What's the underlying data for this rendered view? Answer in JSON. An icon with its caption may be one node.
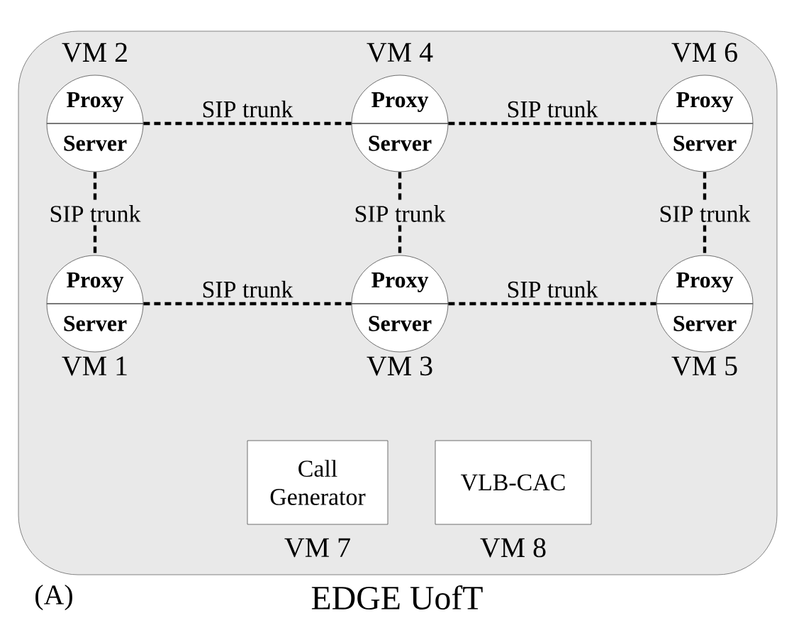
{
  "diagram": {
    "nodes": [
      {
        "text": [
          "EDGE UofT"
        ]
      },
      {
        "text": [
          "Proxy",
          "Server"
        ],
        "beside": [
          "VM 2"
        ],
        "in": 0
      },
      {
        "text": [
          "Proxy",
          "Server"
        ],
        "beside": [
          "VM 4"
        ],
        "in": 0
      },
      {
        "text": [
          "Proxy",
          "Server"
        ],
        "beside": [
          "VM 6"
        ],
        "in": 0
      },
      {
        "text": [
          "Proxy",
          "Server"
        ],
        "beside": [
          "VM 1"
        ],
        "in": 0
      },
      {
        "text": [
          "Proxy",
          "Server"
        ],
        "beside": [
          "VM 3"
        ],
        "in": 0
      },
      {
        "text": [
          "Proxy",
          "Server"
        ],
        "beside": [
          "VM 5"
        ],
        "in": 0
      },
      {
        "text": [
          "Call Generator"
        ],
        "beside": [
          "VM 7"
        ],
        "in": 0
      },
      {
        "text": [
          "VLB-CAC"
        ],
        "beside": [
          "VM 8"
        ],
        "in": 0
      }
    ],
    "edges": [
      {
        "from": 1,
        "to": 2,
        "arrow": "none",
        "label": "SIP trunk",
        "style": "dashed"
      },
      {
        "from": 2,
        "to": 3,
        "arrow": "none",
        "label": "SIP trunk",
        "style": "dashed"
      },
      {
        "from": 1,
        "to": 4,
        "arrow": "none",
        "label": "SIP trunk",
        "style": "dashed"
      },
      {
        "from": 2,
        "to": 5,
        "arrow": "none",
        "label": "SIP trunk",
        "style": "dashed"
      },
      {
        "from": 3,
        "to": 6,
        "arrow": "none",
        "label": "SIP trunk",
        "style": "dashed"
      },
      {
        "from": 4,
        "to": 5,
        "arrow": "none",
        "label": "SIP trunk",
        "style": "dashed"
      },
      {
        "from": 5,
        "to": 6,
        "arrow": "none",
        "label": "SIP trunk",
        "style": "dashed"
      }
    ],
    "labels": [
      "(A)"
    ]
  }
}
